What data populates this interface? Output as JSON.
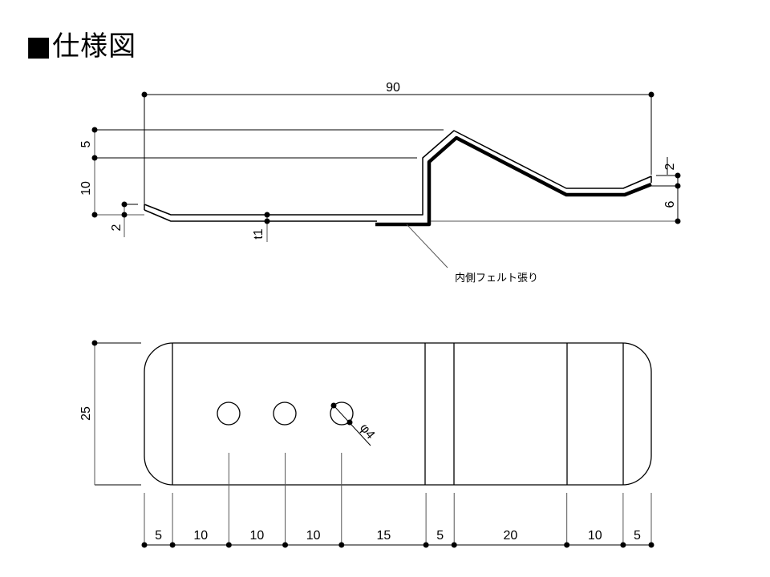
{
  "title": "■仕様図",
  "side_view": {
    "overall_length": "90",
    "height_upper": "5",
    "height_lower": "10",
    "left_tip_rise": "2",
    "thickness": "t1",
    "right_tip_rise": "2",
    "right_height": "6",
    "felt_note": "内側フェルト張り"
  },
  "plan_view": {
    "width": "25",
    "hole_diameter": "φ4",
    "segments": [
      "5",
      "10",
      "10",
      "10",
      "15",
      "5",
      "20",
      "10",
      "5"
    ]
  }
}
